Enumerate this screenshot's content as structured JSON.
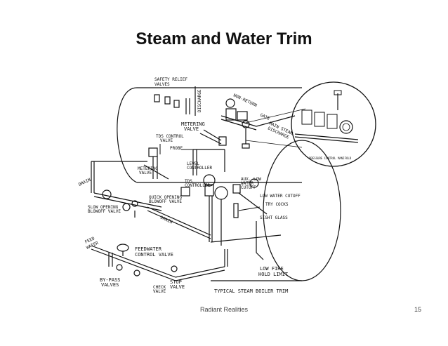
{
  "slide": {
    "title": "Steam and Water Trim",
    "footer_text": "Radiant Realities",
    "page_number": "15"
  },
  "diagram": {
    "labels": {
      "safety_relief": [
        "SAFETY RELIEF",
        "VALVES"
      ],
      "discharge": "DISCHARGE",
      "non_return": "NON-RETURN",
      "gate": "GATE",
      "main_steam": [
        "MAIN STEAM",
        "DISCHARGE"
      ],
      "metering_valve_top": [
        "METERING",
        "VALVE"
      ],
      "tds_control_valve": [
        "TDS CONTROL",
        "VALVE"
      ],
      "probe": "PROBE",
      "level_controller": [
        "LEVEL",
        "CONTROLLER"
      ],
      "metering_valve_mid": [
        "METERING",
        "VALVE"
      ],
      "tds_controller": [
        "TDS",
        "CONTROLLER"
      ],
      "aux_low_water": [
        "AUX. LOW",
        "WATER",
        "CUTOFF"
      ],
      "low_water_cutoff": "LOW WATER CUTOFF",
      "try_cocks": "TRY COCKS",
      "sight_glass": "SIGHT GLASS",
      "drain_left": "DRAIN",
      "drain_center": "DRAIN",
      "slow_opening": [
        "SLOW OPENING",
        "BLOWOFF VALVE"
      ],
      "quick_opening": [
        "QUICK OPENING",
        "BLOWOFF VALVE"
      ],
      "feed_water": [
        "FEED",
        "WATER"
      ],
      "feedwater_control": [
        "FEEDWATER",
        "CONTROL VALVE"
      ],
      "bypass_valves": [
        "BY-PASS",
        "VALVES"
      ],
      "check_valve": [
        "CHECK",
        "VALVE"
      ],
      "stop_valve": [
        "STOP",
        "VALVE"
      ],
      "low_fire": [
        "LOW FIRE",
        "HOLD LIMIT"
      ],
      "pressure_control": "PRESSURE CONTROL MANIFOLD",
      "caption": "TYPICAL STEAM BOILER TRIM"
    }
  }
}
